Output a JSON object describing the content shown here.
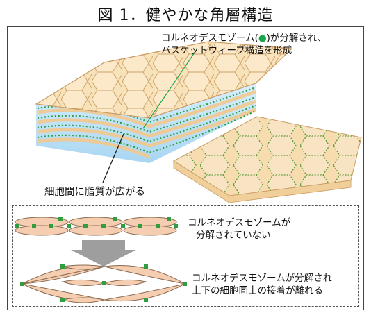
{
  "figure": {
    "title": "図 1．健やかな角層構造",
    "callout_top_line1_pre": "コルネオデスモゾーム(",
    "callout_top_marker": "●",
    "callout_top_line1_post": ")が分解され、",
    "callout_top_line2": "バスケットウィーブ構造を形成",
    "callout_left": "細胞間に脂質が広がる",
    "legend_row1_line1": "コルネオデスモゾームが",
    "legend_row1_line2": "分解されていない",
    "legend_row2_line1": "コルネオデスモゾームが分解され",
    "legend_row2_line2": "上下の細胞同士の接着が離れる"
  },
  "colors": {
    "cell_fill": "#f6ddb4",
    "cell_edge": "#c9a06a",
    "lipid_blue": "#bfe3f7",
    "corneodesmosome_green": "#2e9e3e",
    "arrow_gray": "#9e9e9e",
    "leader_line": "#1aa64a"
  }
}
